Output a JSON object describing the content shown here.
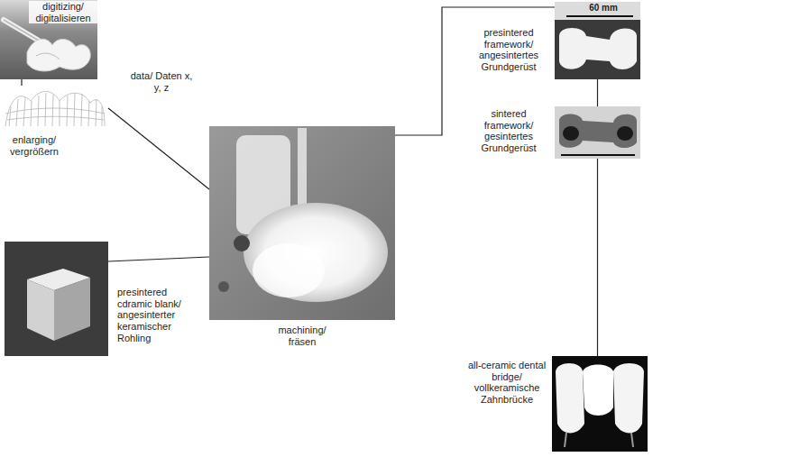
{
  "diagram": {
    "nodes": [
      {
        "text": [
          "digitizing/ digitalisieren"
        ]
      },
      {
        "text": [
          "enlarging/ vergrößern"
        ]
      },
      {
        "text": [
          "presintered cdramic blank/ angesinterter keramischer Rohling"
        ]
      },
      {
        "text": [
          "machining/ fräsen"
        ]
      },
      {
        "text": [
          "presintered framework/ angesintertes Grundgerüst"
        ]
      },
      {
        "text": [
          "sintered framework/ gesintertes Grundgerüst"
        ]
      },
      {
        "text": [
          "all-ceramic dental bridge/ vollkeramische Zahnbrücke"
        ]
      }
    ],
    "edges": [
      {
        "from": 0,
        "to": 1,
        "arrow": "none"
      },
      {
        "from": 1,
        "to": 3,
        "label": "data/ Daten x, y, z",
        "arrow": "none"
      },
      {
        "from": 2,
        "to": 3,
        "arrow": "none"
      },
      {
        "from": 3,
        "to": 4,
        "arrow": "none"
      },
      {
        "from": 4,
        "to": 5,
        "arrow": "none"
      },
      {
        "from": 5,
        "to": 6,
        "arrow": "none"
      }
    ],
    "labels": [
      "60 mm"
    ]
  }
}
